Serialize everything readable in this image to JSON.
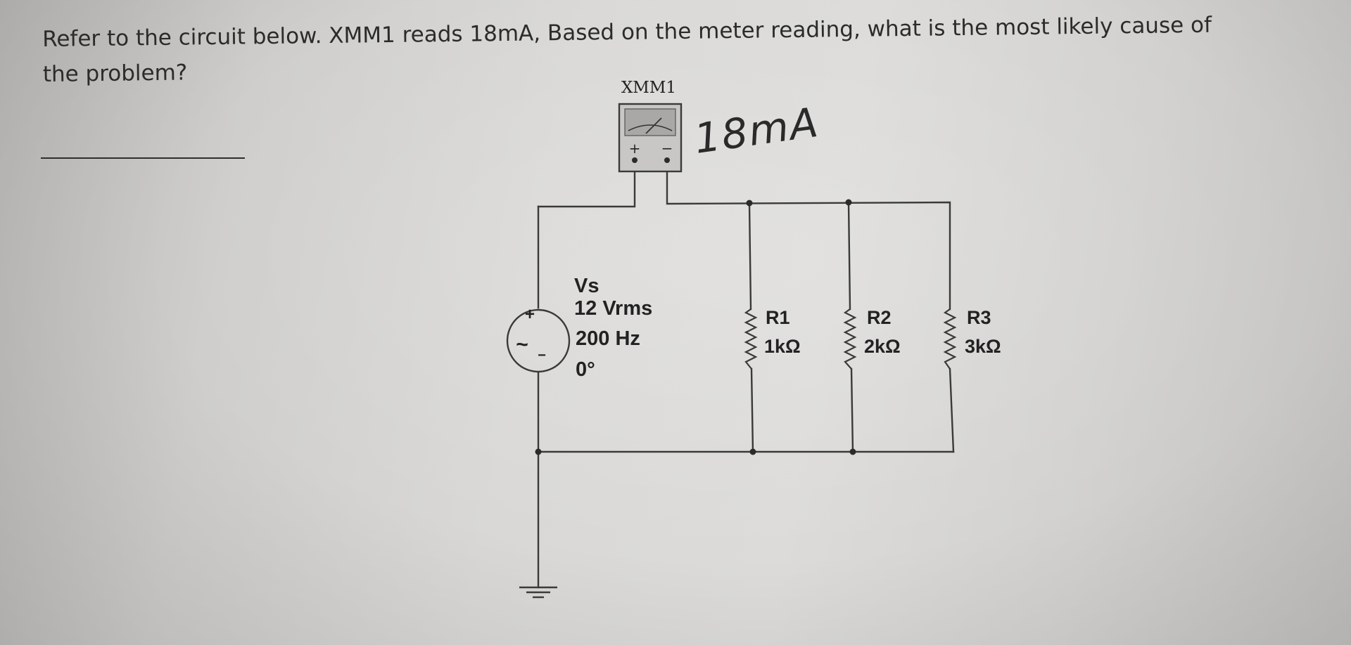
{
  "question": {
    "line1": "Refer to the circuit below. XMM1 reads 18mA, Based on the meter reading, what is the most likely cause of",
    "line2": "the problem?"
  },
  "meter": {
    "name": "XMM1",
    "plus": "+",
    "minus": "−",
    "handwritten_reading": "18mA"
  },
  "source": {
    "name": "Vs",
    "voltage": "12 Vrms",
    "frequency": "200 Hz",
    "phase": "0°",
    "plus": "+",
    "minus": "−",
    "tilde": "~"
  },
  "resistors": [
    {
      "name": "R1",
      "value": "1kΩ"
    },
    {
      "name": "R2",
      "value": "2kΩ"
    },
    {
      "name": "R3",
      "value": "3kΩ"
    }
  ],
  "colors": {
    "wire": "#3a3a3a",
    "text": "#222222",
    "paper": "#d6d5d3"
  }
}
